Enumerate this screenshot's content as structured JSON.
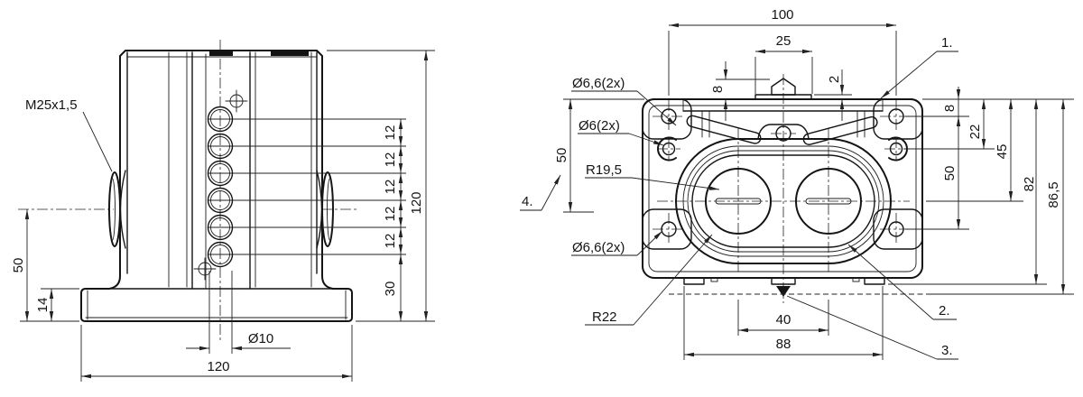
{
  "left_view": {
    "thread_label": "M25x1,5",
    "dim_center_height": "50",
    "dim_base_thickness": "14",
    "dim_center_hole": "Ø10",
    "dim_base_width": "120",
    "dim_pitch": "12",
    "dim_bottom_offset": "30",
    "dim_overall_height": "120"
  },
  "right_view": {
    "dim_hole_spacing_x": "100",
    "dim_marker_width": "25",
    "dim_marker_height": "8",
    "dim_seal_thickness": "2",
    "label_corner_holes_top": "Ø6,6(2x)",
    "label_small_holes": "Ø6(2x)",
    "label_radius_inner": "R19,5",
    "label_corner_holes_bottom": "Ø6,6(2x)",
    "label_radius_outer": "R22",
    "dim_depth_left": "50",
    "dim_edge_to_hole": "8",
    "dim_edge_to_small_hole": "22",
    "dim_edge_to_center": "45",
    "dim_hole_spacing_y": "50",
    "dim_edge_to_tab": "82",
    "dim_edge_to_base": "86,5",
    "dim_circle_spacing": "40",
    "dim_tab_spacing": "88",
    "ref_1": "1.",
    "ref_2": "2.",
    "ref_3": "3.",
    "ref_4": "4."
  }
}
